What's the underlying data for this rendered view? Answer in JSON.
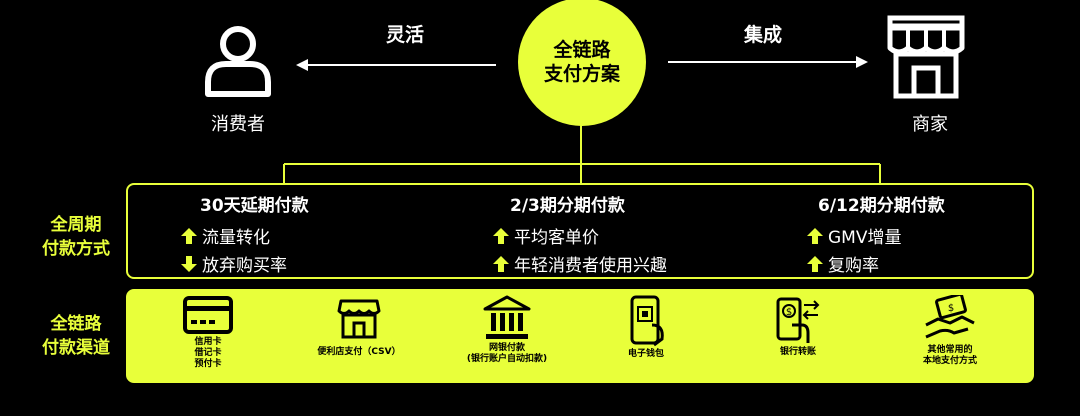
{
  "hub": {
    "line1": "全链路",
    "line2": "支付方案"
  },
  "left_link": "灵活",
  "right_link": "集成",
  "consumer_label": "消费者",
  "merchant_label": "商家",
  "side_labels": {
    "cycle": [
      "全周期",
      "付款方式"
    ],
    "channel": [
      "全链路",
      "付款渠道"
    ]
  },
  "columns": [
    {
      "title": "30天延期付款",
      "items": [
        {
          "dir": "up",
          "text": "流量转化"
        },
        {
          "dir": "down",
          "text": "放弃购买率"
        }
      ]
    },
    {
      "title": "2/3期分期付款",
      "items": [
        {
          "dir": "up",
          "text": "平均客单价"
        },
        {
          "dir": "up",
          "text": "年轻消费者使用兴趣"
        }
      ]
    },
    {
      "title": "6/12期分期付款",
      "items": [
        {
          "dir": "up",
          "text": "GMV增量"
        },
        {
          "dir": "up",
          "text": "复购率"
        }
      ]
    }
  ],
  "channels": [
    {
      "icon": "card-icon",
      "lines": [
        "信用卡",
        "借记卡",
        "预付卡"
      ]
    },
    {
      "icon": "store-icon",
      "lines": [
        "便利店支付（CSV）"
      ]
    },
    {
      "icon": "bank-icon",
      "lines": [
        "网银付款",
        "(银行账户自动扣款)"
      ]
    },
    {
      "icon": "wallet-phone-icon",
      "lines": [
        "电子钱包"
      ]
    },
    {
      "icon": "transfer-icon",
      "lines": [
        "银行转账"
      ]
    },
    {
      "icon": "handshake-money-icon",
      "lines": [
        "其他常用的",
        "本地支付方式"
      ]
    }
  ],
  "colors": {
    "accent": "#e8ff3a",
    "background": "#000000"
  }
}
